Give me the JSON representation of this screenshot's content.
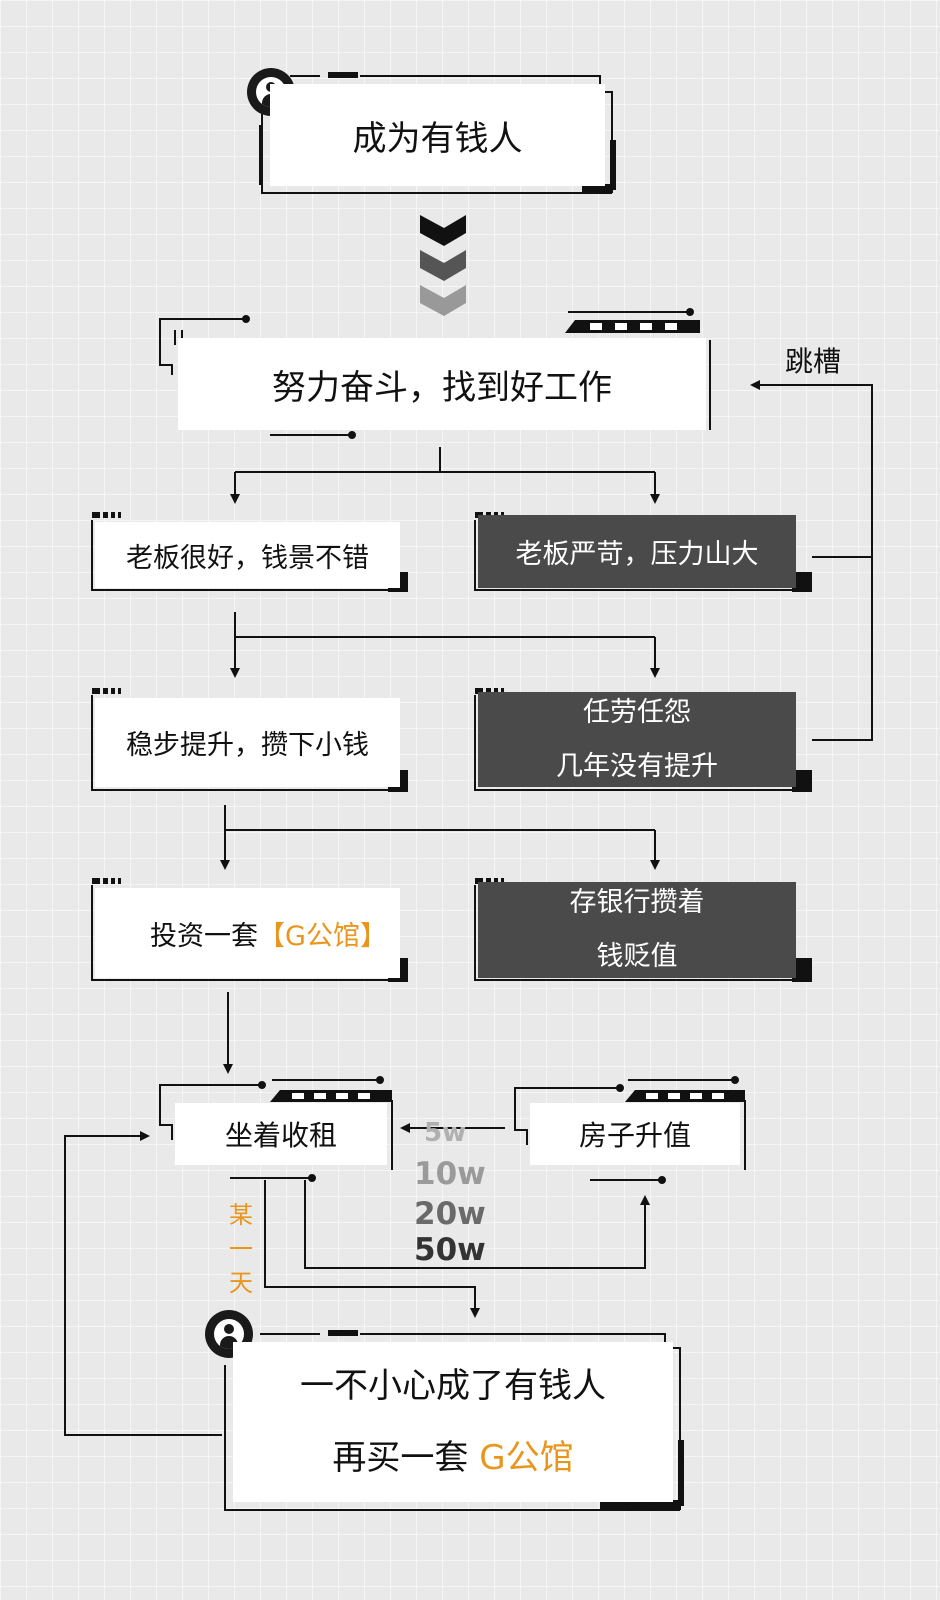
{
  "nodes": {
    "goal": {
      "text": "成为有钱人"
    },
    "work": {
      "text": "努力奋斗，找到好工作"
    },
    "good_boss": {
      "text": "老板很好，钱景不错"
    },
    "strict_boss": {
      "text": "老板严苛，压力山大"
    },
    "promotion": {
      "text": "稳步提升，攒下小钱"
    },
    "stuck_line1": "任劳任怨",
    "stuck_line2": "几年没有提升",
    "invest_prefix": "投资一套",
    "invest_brand": "【G公馆】",
    "bank_line1": "存银行攒着",
    "bank_line2": "钱贬值",
    "rent": {
      "text": "坐着收租"
    },
    "appreciate": {
      "text": "房子升值"
    },
    "rich_line1": "一不小心成了有钱人",
    "rich_line2_prefix": "再买一套 ",
    "rich_line2_brand": "G公馆"
  },
  "labels": {
    "job_hop": "跳槽",
    "one_day": [
      "某",
      "一",
      "天"
    ]
  },
  "values": [
    "5w",
    "10w",
    "20w",
    "50w"
  ],
  "colors": {
    "accent": "#e8961e",
    "dark_box": "#4a4a4a",
    "line": "#111111",
    "background": "#e9e9ea"
  }
}
